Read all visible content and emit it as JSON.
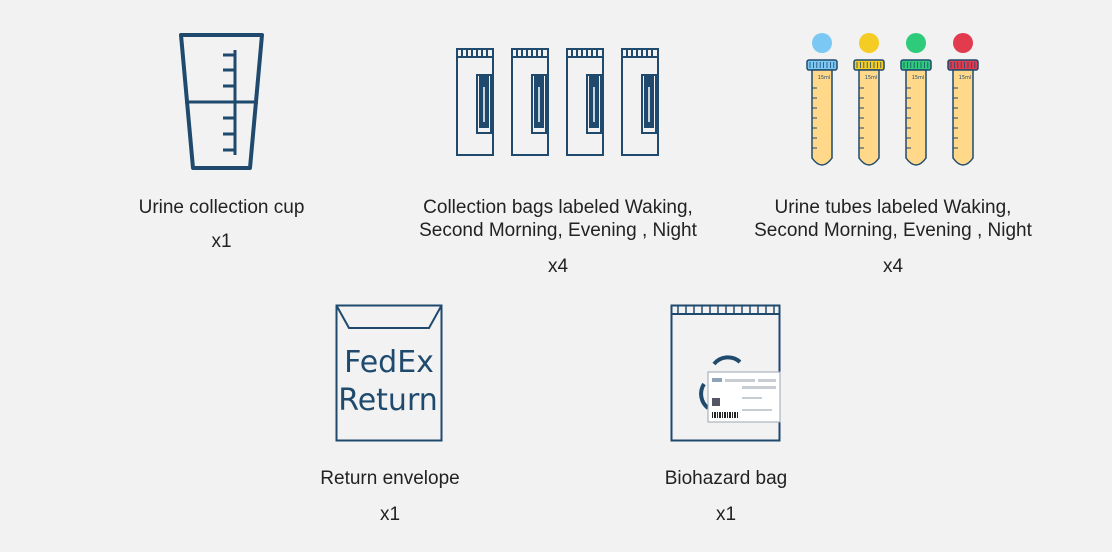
{
  "items": [
    {
      "name": "Urine collection cup",
      "qty": "x1"
    },
    {
      "name_line1": "Collection bags labeled Waking,",
      "name_line2": "Second Morning, Evening , Night",
      "qty": "x4"
    },
    {
      "name_line1": "Urine tubes labeled Waking,",
      "name_line2": "Second Morning, Evening , Night",
      "qty": "x4"
    },
    {
      "name": "Return envelope",
      "qty": "x1",
      "envelope_line1": "FedEx",
      "envelope_line2": "Return"
    },
    {
      "name": "Biohazard bag",
      "qty": "x1"
    }
  ],
  "tube_label": "15ml",
  "tube_cap_colors": [
    "#7cc8f5",
    "#f5cc24",
    "#2ecc7a",
    "#e23b4e"
  ],
  "accent_color": "#1f4a6e"
}
